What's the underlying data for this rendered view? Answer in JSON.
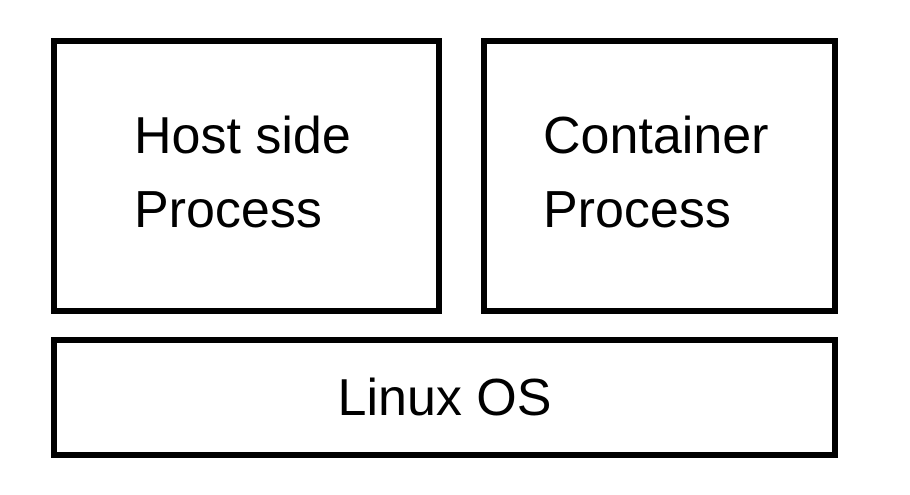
{
  "diagram": {
    "host_process": {
      "line1": "Host side",
      "line2": "Process"
    },
    "container_process": {
      "line1": "Container",
      "line2": "Process"
    },
    "os": {
      "label": "Linux OS"
    },
    "colors": {
      "border": "#000000",
      "background": "#ffffff",
      "text": "#000000"
    }
  }
}
